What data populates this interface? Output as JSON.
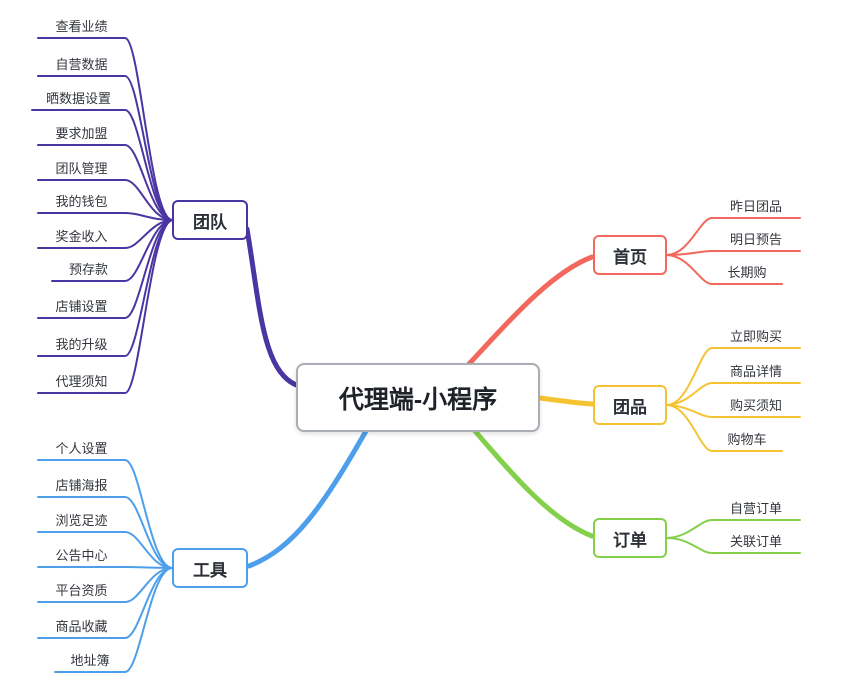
{
  "center": {
    "label": "代理端-小程序",
    "border_color": "#a9adb4"
  },
  "branches": [
    {
      "label": "团队",
      "color": "#4b35a3",
      "children": [
        "查看业绩",
        "自营数据",
        "晒数据设置",
        "要求加盟",
        "团队管理",
        "我的钱包",
        "奖金收入",
        "预存款",
        "店铺设置",
        "我的升级",
        "代理须知"
      ]
    },
    {
      "label": "工具",
      "color": "#4d9fec",
      "children": [
        "个人设置",
        "店铺海报",
        "浏览足迹",
        "公告中心",
        "平台资质",
        "商品收藏",
        "地址簿"
      ]
    },
    {
      "label": "首页",
      "color": "#f2685c",
      "children": [
        "昨日团品",
        "明日预告",
        "长期购"
      ]
    },
    {
      "label": "团品",
      "color": "#f5c332",
      "children": [
        "立即购买",
        "商品详情",
        "购买须知",
        "购物车"
      ]
    },
    {
      "label": "订单",
      "color": "#84d04b",
      "children": [
        "自营订单",
        "关联订单"
      ]
    }
  ]
}
